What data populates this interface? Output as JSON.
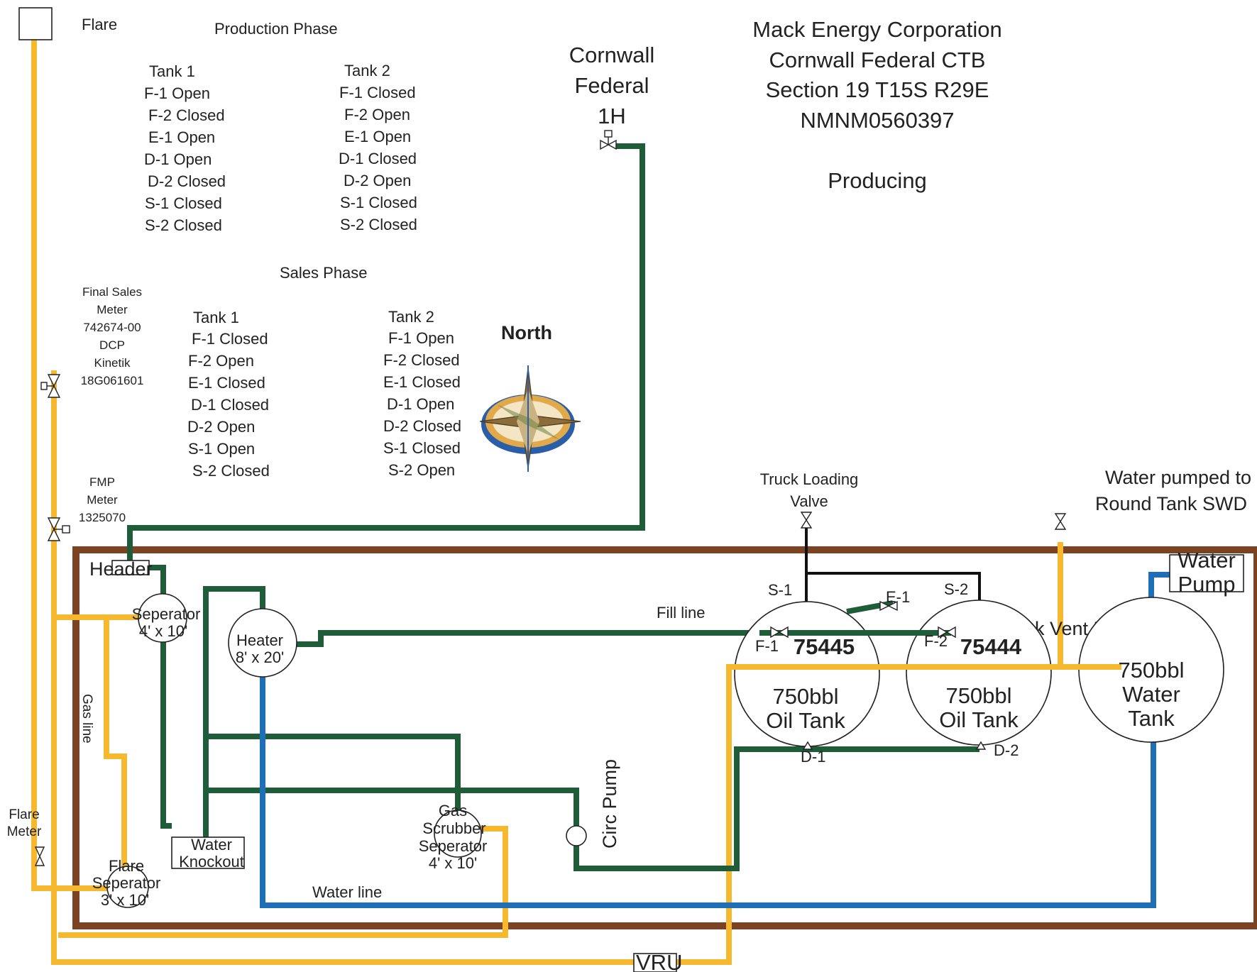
{
  "flare_label": "Flare",
  "company": {
    "line1": "Mack Energy Corporation",
    "line2": "Cornwall Federal CTB",
    "line3": "Section 19 T15S R29E",
    "line4": "NMNM0560397",
    "status": "Producing"
  },
  "well": {
    "line1": "Cornwall",
    "line2": "Federal",
    "line3": "1H"
  },
  "production_phase": {
    "title": "Production Phase",
    "tank1": {
      "title": "Tank 1",
      "rows": [
        "F-1 Open",
        "F-2 Closed",
        "E-1 Open",
        "D-1 Open",
        "D-2 Closed",
        "S-1 Closed",
        "S-2 Closed"
      ]
    },
    "tank2": {
      "title": "Tank 2",
      "rows": [
        "F-1 Closed",
        "F-2 Open",
        "E-1 Open",
        "D-1 Closed",
        "D-2 Open",
        "S-1 Closed",
        "S-2 Closed"
      ]
    }
  },
  "sales_phase": {
    "title": "Sales Phase",
    "tank1": {
      "title": "Tank 1",
      "rows": [
        "F-1 Closed",
        "F-2 Open",
        "E-1 Closed",
        "D-1 Closed",
        "D-2 Open",
        "S-1 Open",
        "S-2 Closed"
      ]
    },
    "tank2": {
      "title": "Tank 2",
      "rows": [
        "F-1 Open",
        "F-2 Closed",
        "E-1 Closed",
        "D-1 Open",
        "D-2 Closed",
        "S-1 Closed",
        "S-2 Open"
      ]
    }
  },
  "final_sales_meter": [
    "Final Sales",
    "Meter",
    "742674-00",
    "DCP",
    "Kinetik",
    "18G061601"
  ],
  "fmp_meter": [
    "FMP",
    "Meter",
    "1325070"
  ],
  "flare_meter": [
    "Flare",
    "Meter"
  ],
  "north_label": "North",
  "truck_loading_valve": [
    "Truck Loading",
    "Valve"
  ],
  "water_pumped": [
    "Water pumped to",
    "Round Tank SWD"
  ],
  "header_label": "Header",
  "separator": [
    "Seperator",
    "4' x 10'"
  ],
  "heater": [
    "Heater",
    "8' x 20'"
  ],
  "water_knockout": [
    "Water",
    "Knockout"
  ],
  "flare_separator": [
    "Flare",
    "Seperator",
    "3' x 10'"
  ],
  "gas_scrubber": [
    "Gas",
    "Scrubber",
    "Seperator",
    "4' x 10'"
  ],
  "circ_pump_label": "Circ Pump",
  "gas_line_label": "Gas line",
  "fill_line_label": "Fill line",
  "water_line_label": "Water line",
  "truck_vent_line_label": "Truck Vent Line",
  "vru_label": "VRU",
  "water_pump": [
    "Water",
    "Pump"
  ],
  "tank_a": {
    "number": "75445",
    "size": "750bbl",
    "type": "Oil Tank"
  },
  "tank_b": {
    "number": "75444",
    "size": "750bbl",
    "type": "Oil Tank"
  },
  "water_tank": [
    "750bbl",
    "Water",
    "Tank"
  ],
  "valve_labels": {
    "s1": "S-1",
    "s2": "S-2",
    "e1": "E-1",
    "f1": "F-1",
    "f2": "F-2",
    "d1": "D-1",
    "d2": "D-2"
  },
  "colors": {
    "gas_line": "#F5B82E",
    "oil_line": "#1F5C3A",
    "water_line": "#1E6FB5",
    "berm": "#7A4424"
  }
}
